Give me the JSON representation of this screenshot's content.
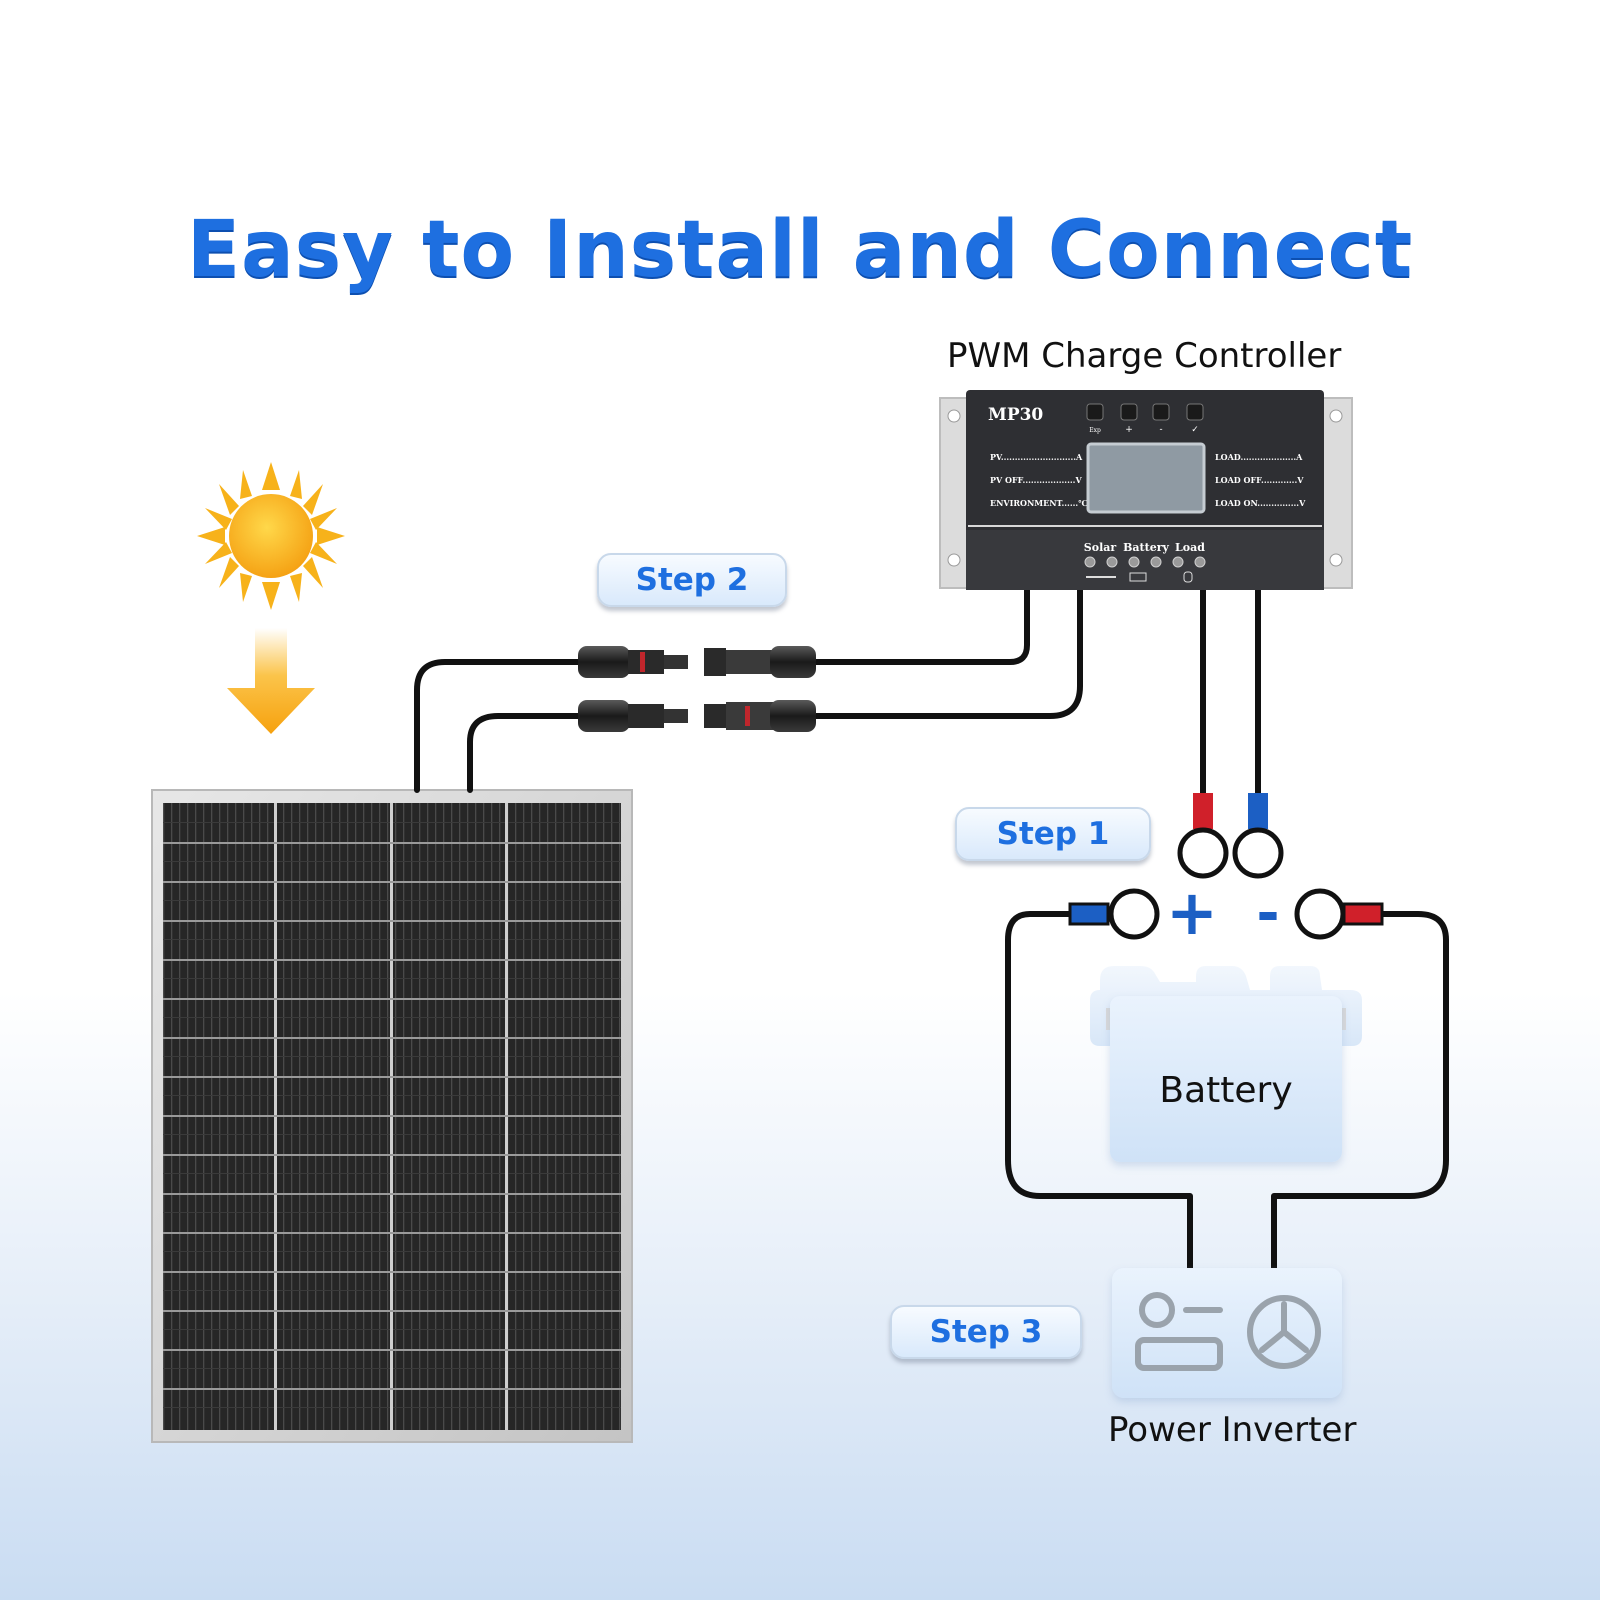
{
  "title": "Easy to Install and Connect",
  "controller": {
    "label": "PWM Charge Controller",
    "model": "MP30",
    "buttons": [
      "Exp",
      "+",
      "-",
      "✓"
    ],
    "left_readouts": [
      "PV...........................A",
      "PV OFF...................V",
      "ENVIRONMENT......℃"
    ],
    "right_readouts": [
      "LOAD....................A",
      "LOAD OFF.............V",
      "LOAD ON...............V"
    ],
    "terminal_groups": [
      "Solar",
      "Battery",
      "Load"
    ]
  },
  "steps": {
    "step1": "Step 1",
    "step2": "Step 2",
    "step3": "Step 3"
  },
  "battery": {
    "label": "Battery",
    "plus": "+",
    "minus": "-"
  },
  "inverter": {
    "label": "Power Inverter"
  },
  "colors": {
    "title_blue": "#1e6fe0",
    "sun": "#f7b21a",
    "wire": "#111111",
    "positive": "#d0202a",
    "negative": "#1c5fc4",
    "controller_body": "#2e2f33"
  }
}
